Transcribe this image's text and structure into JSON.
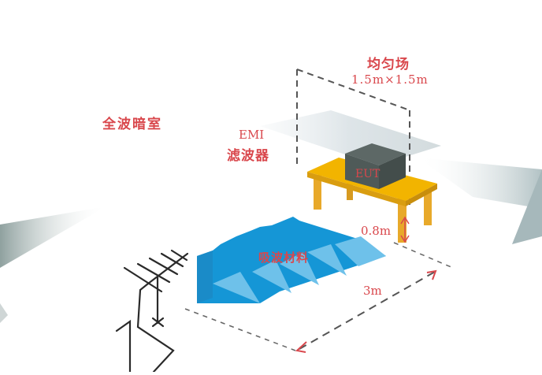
{
  "diagram": {
    "type": "anechoic-chamber-setup",
    "labels": {
      "chamber": "全波暗室",
      "uniform_field": "均匀场",
      "uniform_field_size": "1.5m×1.5m",
      "emi_line1": "EMI",
      "emi_line2": "滤波器",
      "eut": "EUT",
      "table_height": "0.8m",
      "absorber": "吸波材料",
      "distance": "3m"
    },
    "colors": {
      "label_red": "#d9474c",
      "absorber_blue_dark": "#1596d6",
      "absorber_blue_light": "#6ec1ea",
      "table_yellow": "#f2b400",
      "table_leg": "#e8a92a",
      "eut_gray": "#4f5a58",
      "wall_gray": "#b8c6c8",
      "dash_gray": "#555555",
      "antenna_black": "#2a2a2a"
    }
  }
}
